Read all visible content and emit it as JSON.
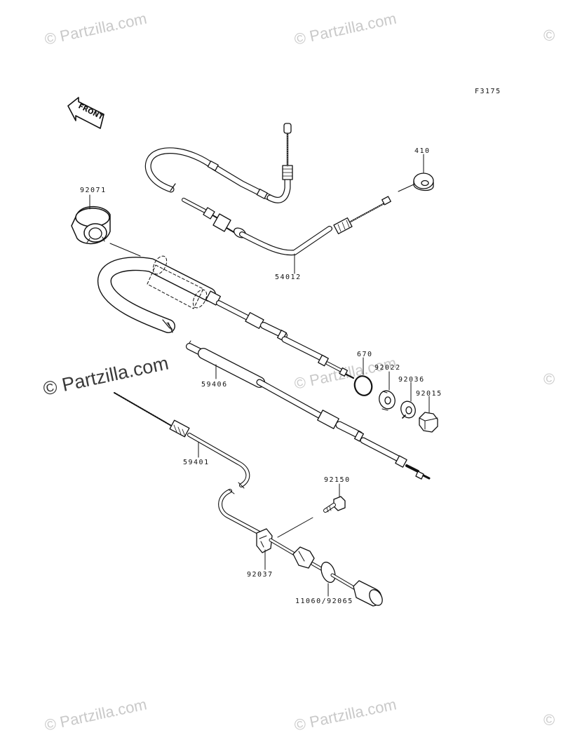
{
  "diagram": {
    "figure_code": "F3175",
    "front_label": "FRONT",
    "parts": {
      "p410": "410",
      "p92071": "92071",
      "p54012": "54012",
      "p670": "670",
      "p92022": "92022",
      "p92036": "92036",
      "p92015": "92015",
      "p59406": "59406",
      "p59401": "59401",
      "p92150": "92150",
      "p92037": "92037",
      "p11060": "11060/92065"
    }
  },
  "watermark": {
    "text": "© Partzilla.com",
    "edge": "©"
  }
}
